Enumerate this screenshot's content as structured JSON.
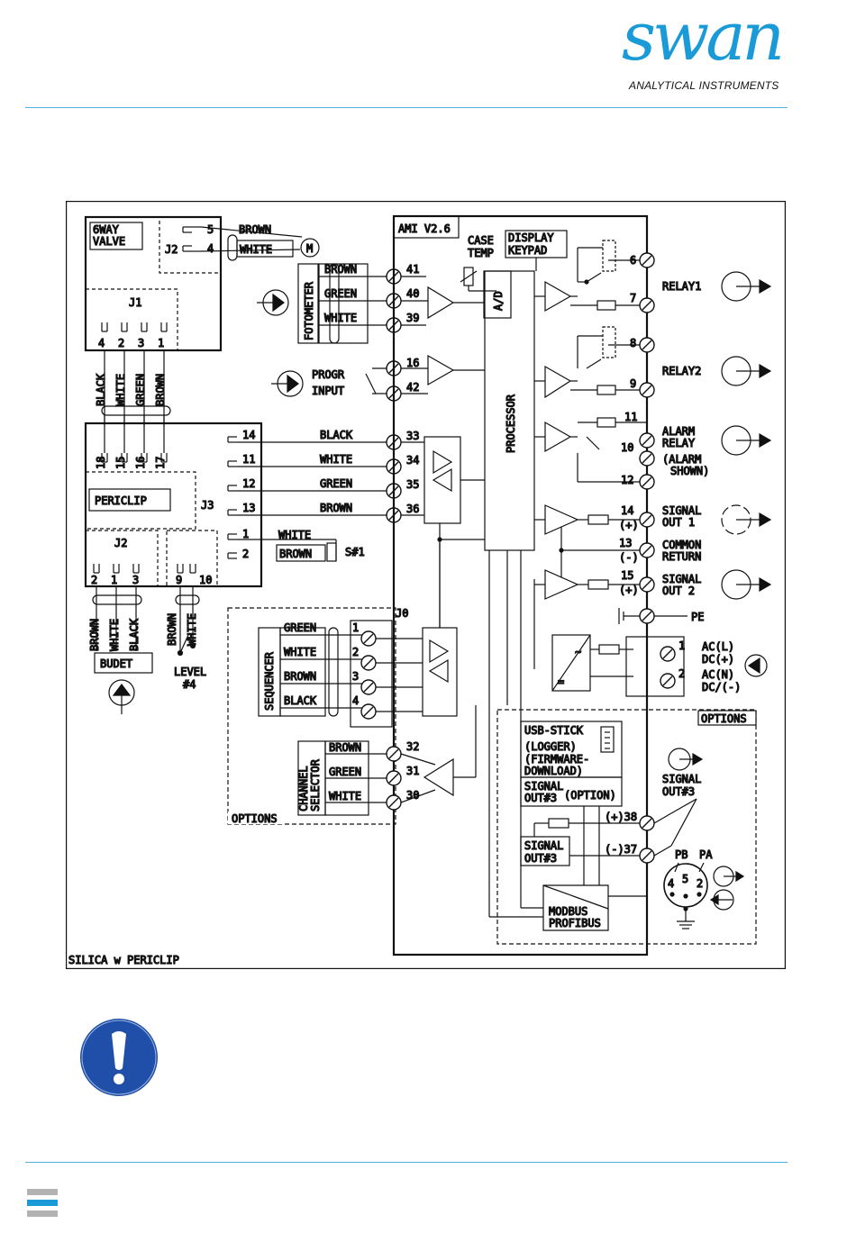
{
  "header": {
    "brand": "swan",
    "brand_sub": "ANALYTICAL INSTRUMENTS"
  },
  "colors": {
    "brand_blue": "#1a9ad6",
    "rule_blue": "#4fb0df",
    "notice_blue": "#1f4fa8",
    "footer_gray": "#b3b3b3",
    "footer_blue": "#1a9ad6"
  },
  "icons": [
    "important-notice-icon",
    "arrow-right-icon",
    "arrow-left-icon",
    "arrow-up-icon",
    "motor-icon"
  ],
  "diagram": {
    "title": "SILICA w PERICLIP",
    "valve_box": {
      "title_1": "6WAY",
      "title_2": "VALVE",
      "j2": "J2",
      "j1": "J1",
      "pin_5": "5",
      "pin_4": "4",
      "j1_pins": [
        "4",
        "2",
        "3",
        "1"
      ],
      "wires": [
        "BLACK",
        "WHITE",
        "GREEN",
        "BROWN"
      ]
    },
    "motor": {
      "label": "M",
      "wire_brown": "BROWN",
      "wire_white": "WHITE"
    },
    "fotometer": {
      "label": "FOTOMETER",
      "wires": [
        "BROWN",
        "GREEN",
        "WHITE"
      ],
      "terminals": [
        "41",
        "40",
        "39"
      ]
    },
    "progr": {
      "line_1": "PROGR",
      "line_2": "INPUT",
      "terminals": [
        "16",
        "42"
      ]
    },
    "periclip": {
      "label": "PERICLIP",
      "j3": "J3",
      "j2": "J2",
      "top_pins": [
        "18",
        "15",
        "16",
        "17"
      ],
      "right_pins": [
        "14",
        "11",
        "12",
        "13"
      ],
      "wires": [
        "BLACK",
        "WHITE",
        "GREEN",
        "BROWN"
      ],
      "terminals": [
        "33",
        "34",
        "35",
        "36"
      ],
      "sw_pins": [
        "1",
        "2"
      ],
      "sw_wires": [
        "WHITE",
        "BROWN"
      ],
      "sw_label": "S#1",
      "bottom_pins": [
        "2",
        "1",
        "3"
      ],
      "level_pins": [
        "9",
        "10"
      ],
      "budet_wires": [
        "BROWN",
        "WHITE",
        "BLACK"
      ],
      "budet": "BUDET",
      "level_wires": [
        "BROWN",
        "WHITE"
      ],
      "level_1": "LEVEL",
      "level_2": "#4"
    },
    "ami": {
      "label": "AMI V2.6",
      "case_1": "CASE",
      "case_2": "TEMP",
      "display_1": "DISPLAY",
      "display_2": "KEYPAD",
      "ad": "A/D",
      "processor": "PROCESSOR",
      "j0": "J0"
    },
    "sequencer": {
      "label": "SEQUENCER",
      "pins": [
        "1",
        "2",
        "3",
        "4"
      ],
      "wires": [
        "GREEN",
        "WHITE",
        "BROWN",
        "BLACK"
      ]
    },
    "channel": {
      "label_1": "CHANNEL",
      "label_2": "SELECTOR",
      "wires": [
        "BROWN",
        "GREEN",
        "WHITE"
      ],
      "terminals": [
        "32",
        "31",
        "30"
      ]
    },
    "options_left": "OPTIONS",
    "outputs": {
      "t6": "6",
      "t7": "7",
      "relay1": "RELAY1",
      "t8": "8",
      "t9": "9",
      "relay2": "RELAY2",
      "t11": "11",
      "t10": "10",
      "t12": "12",
      "alarm_1": "ALARM",
      "alarm_2": "RELAY",
      "alarm_3": "(ALARM",
      "alarm_4": "SHOWN)",
      "t14": "14",
      "plus_1": "(+)",
      "sig1_1": "SIGNAL",
      "sig1_2": "OUT 1",
      "t13": "13",
      "minus": "(-)",
      "common_1": "COMMON",
      "common_2": "RETURN",
      "t15": "15",
      "plus_2": "(+)",
      "sig2_1": "SIGNAL",
      "sig2_2": "OUT 2",
      "pe": "PE"
    },
    "power": {
      "t1": "1",
      "t2": "2",
      "ac_l": "AC(L)",
      "dc_p": "DC(+)",
      "ac_n": "AC(N)",
      "dc_m": "DC/(-)"
    },
    "options": {
      "label": "OPTIONS",
      "usb_1": "USB-STICK",
      "usb_2": "(LOGGER)",
      "usb_3": "(FIRMWARE-",
      "usb_4": "DOWNLOAD)",
      "sig3_1": "SIGNAL",
      "sig3_2": "OUT#3",
      "option": "(OPTION)",
      "t38": "(+)38",
      "t37": "(-)37",
      "sig3b_1": "SIGNAL",
      "sig3b_2": "OUT#3",
      "ext_1": "SIGNAL",
      "ext_2": "OUT#3",
      "pb": "PB",
      "pa": "PA",
      "p4": "4",
      "p5": "5",
      "p2": "2",
      "modbus": "MODBUS",
      "profibus": "PROFIBUS"
    }
  }
}
